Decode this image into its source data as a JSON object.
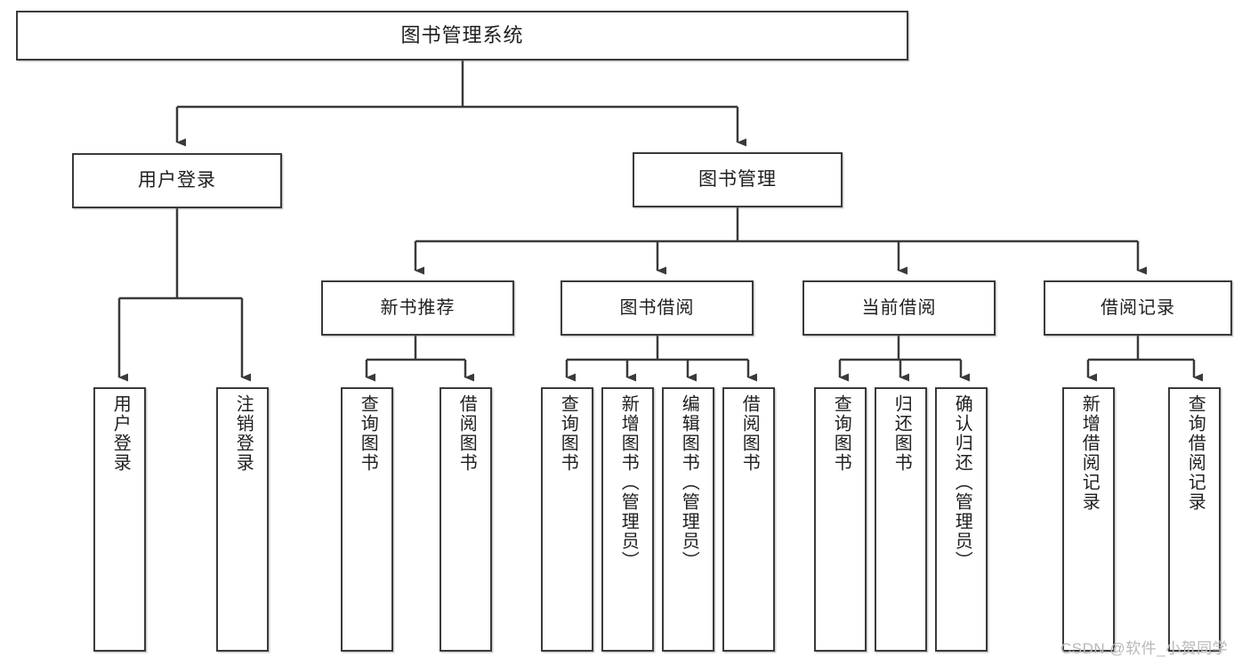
{
  "diagram": {
    "title": "图书管理系统",
    "type": "tree-hierarchy",
    "root": {
      "label": "图书管理系统"
    },
    "level1": [
      {
        "label": "用户登录"
      },
      {
        "label": "图书管理"
      }
    ],
    "level2": [
      {
        "label": "新书推荐",
        "parent": "图书管理"
      },
      {
        "label": "图书借阅",
        "parent": "图书管理"
      },
      {
        "label": "当前借阅",
        "parent": "图书管理"
      },
      {
        "label": "借阅记录",
        "parent": "图书管理"
      }
    ],
    "leaves": [
      {
        "label": "用户登录",
        "parent": "用户登录"
      },
      {
        "label": "注销登录",
        "parent": "用户登录"
      },
      {
        "label": "查询图书",
        "parent": "新书推荐"
      },
      {
        "label": "借阅图书",
        "parent": "新书推荐"
      },
      {
        "label": "查询图书",
        "parent": "图书借阅"
      },
      {
        "label": "新增图书（管理员）",
        "parent": "图书借阅"
      },
      {
        "label": "编辑图书（管理员）",
        "parent": "图书借阅"
      },
      {
        "label": "借阅图书",
        "parent": "图书借阅"
      },
      {
        "label": "查询图书",
        "parent": "当前借阅"
      },
      {
        "label": "归还图书",
        "parent": "当前借阅"
      },
      {
        "label": "确认归还（管理员）",
        "parent": "当前借阅"
      },
      {
        "label": "新增借阅记录",
        "parent": "借阅记录"
      },
      {
        "label": "查询借阅记录",
        "parent": "借阅记录"
      }
    ]
  },
  "watermark": {
    "text": "CSDN @软件_小贺同学"
  },
  "colors": {
    "border": "#3a3a3a",
    "background": "#ffffff",
    "text": "#1f1f1f",
    "watermark": "#b9b9b9"
  }
}
